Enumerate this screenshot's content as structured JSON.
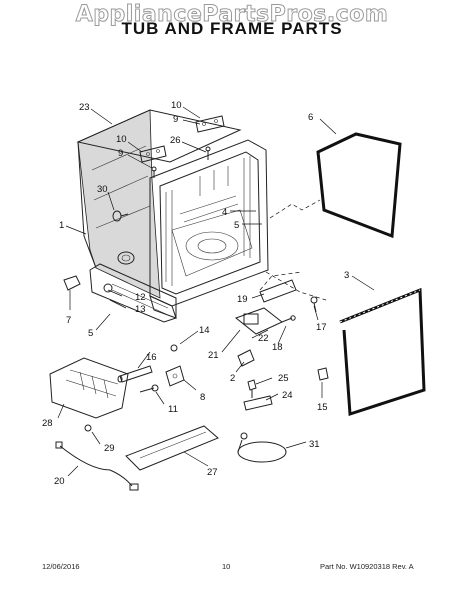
{
  "watermark": "AppliancePartsPros.com",
  "title": "TUB AND FRAME PARTS",
  "footer": {
    "date": "12/06/2016",
    "page": "10",
    "part_no": "Part No. W10920318  Rev. A"
  },
  "callouts": {
    "c1": "1",
    "c2": "2",
    "c3": "3",
    "c4": "4",
    "c5": "5",
    "c6": "6",
    "c7": "7",
    "c8": "8",
    "c9a": "9",
    "c9b": "9",
    "c10a": "10",
    "c10b": "10",
    "c11": "11",
    "c12": "12",
    "c13": "13",
    "c14": "14",
    "c15": "15",
    "c16": "16",
    "c17": "17",
    "c18": "18",
    "c19": "19",
    "c20": "20",
    "c21": "21",
    "c22": "22",
    "c23": "23",
    "c24": "24",
    "c25": "25",
    "c26": "26",
    "c27": "27",
    "c28": "28",
    "c29": "29",
    "c30": "30",
    "c31": "31"
  }
}
